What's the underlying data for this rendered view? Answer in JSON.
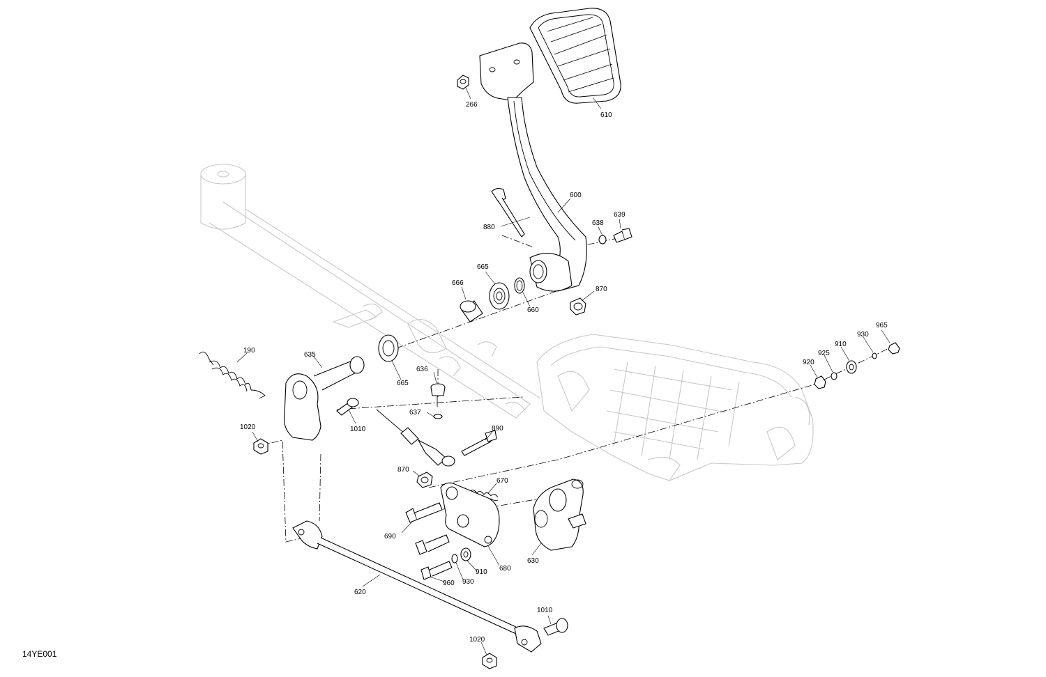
{
  "drawing_id": "14YE001",
  "callouts": {
    "c266": "266",
    "c610": "610",
    "c600": "600",
    "c880": "880",
    "c638": "638",
    "c639": "639",
    "c665a": "665",
    "c666": "666",
    "c660": "660",
    "c870a": "870",
    "c190": "190",
    "c635": "635",
    "c665b": "665",
    "c636": "636",
    "c637": "637",
    "c1010a": "1010",
    "c1020a": "1020",
    "c890": "890",
    "c870b": "870",
    "c670": "670",
    "c690": "690",
    "c680": "680",
    "c630": "630",
    "c910a": "910",
    "c930a": "930",
    "c960": "960",
    "c620": "620",
    "c1010b": "1010",
    "c1020b": "1020",
    "c965": "965",
    "c930b": "930",
    "c910b": "910",
    "c925": "925",
    "c920": "920"
  }
}
